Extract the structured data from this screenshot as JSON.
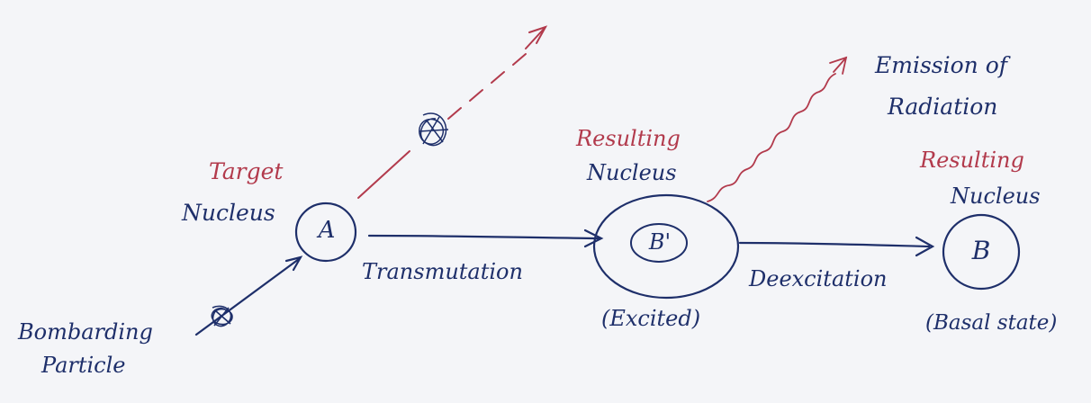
{
  "diagram": {
    "labels": {
      "bombarding_particle_line1": "Bombarding",
      "bombarding_particle_line2": "Particle",
      "target_nucleus_line1": "Target",
      "target_nucleus_line2": "Nucleus",
      "node_a": "A",
      "transmutation": "Transmutation",
      "resulting_nucleus_excited_line1": "Resulting",
      "resulting_nucleus_excited_line2": "Nucleus",
      "node_b_prime": "B'",
      "excited_state": "(Excited)",
      "emission_line1": "Emission of",
      "emission_line2": "Radiation",
      "deexcitation": "Deexcitation",
      "resulting_nucleus_basal_line1": "Resulting",
      "resulting_nucleus_basal_line2": "Nucleus",
      "node_b": "B",
      "basal_state": "(Basal state)"
    },
    "colors": {
      "background": "#f4f5f8",
      "blue_ink": "#1e2f6a",
      "red_ink": "#b23a4c"
    }
  }
}
